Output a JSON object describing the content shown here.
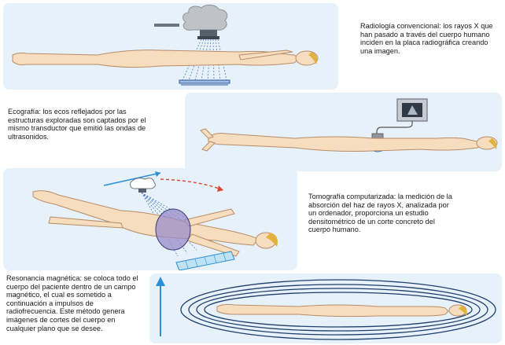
{
  "captions": {
    "radiologia": "Radiología convencional: los rayos X que han pasado a través del cuerpo humano inciden en la placa radiográfica creando una imagen.",
    "ecografia": "Ecografía: los ecos reflejados por las estructuras exploradas son captados por el mismo transductor que emitió las ondas de ultrasonidos.",
    "tomografia": "Tomografía computarizada: la medición de la absorción del haz de rayos X, analizada por un ordenador, proporciona un estudio densitométrico de un corte concreto del cuerpo humano.",
    "resonancia": "Resonancia magnética: se coloca todo el cuerpo del paciente dentro de un campo magnético, el cual es sometido a continuación a impulsos de radiofrecuencia. Este método genera imágenes de cortes del cuerpo en cualquier plano que se desee."
  },
  "colors": {
    "panel_bg": "#e7f1fa",
    "skin": "#f6ddbe",
    "skin_stroke": "#b98c66",
    "hair": "#e3b13e",
    "beam": "#4a7fc0",
    "arrow_blue": "#2a8fd6",
    "arrow_red": "#d9442c",
    "slice": "#9a8cc8"
  }
}
